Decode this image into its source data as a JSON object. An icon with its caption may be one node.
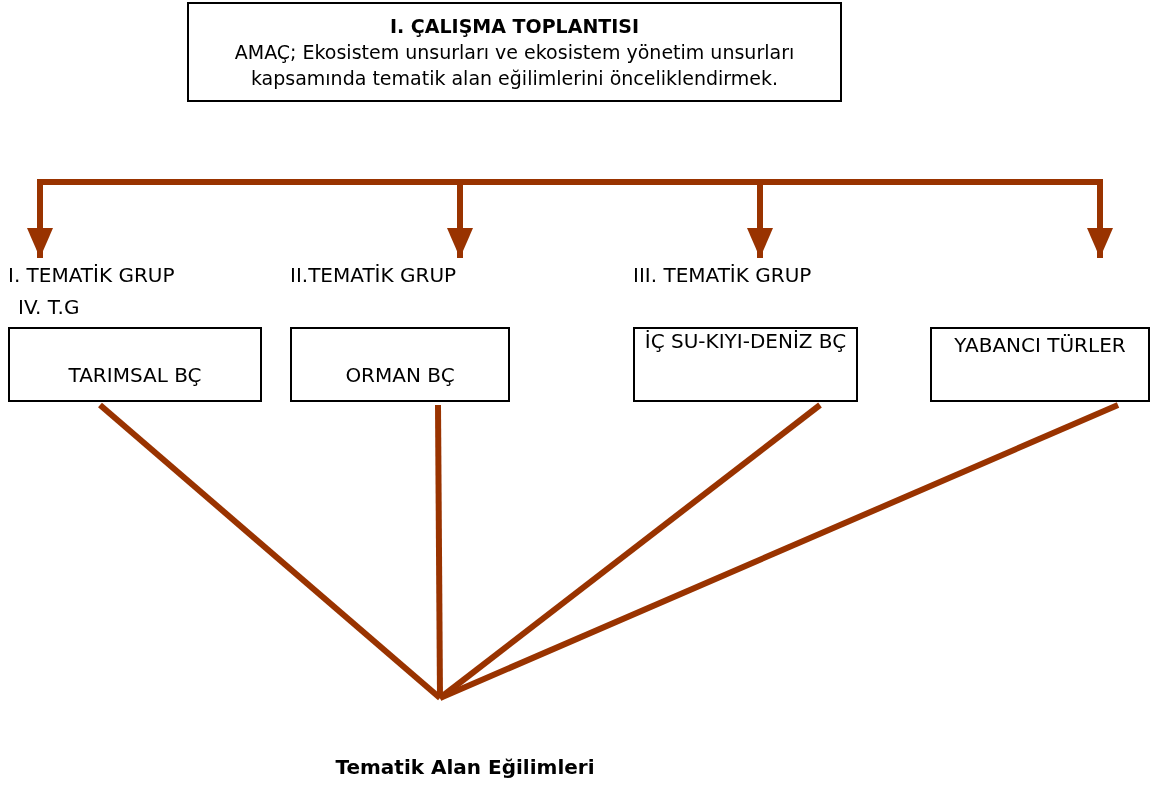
{
  "diagram": {
    "nodes": [
      {
        "text": [
          "I. ÇALIŞMA TOPLANTISI",
          "AMAÇ; Ekosistem unsurları ve ekosistem yönetim unsurları kapsamında tematik alan eğilimlerini önceliklendirmek."
        ]
      },
      {
        "text": [
          "I. TEMATİK GRUP",
          "TARIMSAL BÇ"
        ]
      },
      {
        "text": [
          "II.TEMATİK GRUP",
          "ORMAN BÇ"
        ]
      },
      {
        "text": [
          "III. TEMATİK GRUP",
          "İÇ SU-KIYI-DENİZ BÇ"
        ]
      },
      {
        "text": [
          "YABANCI TÜRLER"
        ]
      },
      {
        "text": [
          "Tematik Alan Eğilimleri"
        ]
      }
    ],
    "edges": [
      {
        "from": null,
        "to": 1,
        "arrow": "to"
      },
      {
        "from": null,
        "to": 2,
        "arrow": "to"
      },
      {
        "from": null,
        "to": 3,
        "arrow": "to"
      },
      {
        "from": null,
        "to": 4,
        "arrow": "to"
      },
      {
        "from": 1,
        "to": 5,
        "arrow": "none"
      },
      {
        "from": 2,
        "to": 5,
        "arrow": "none"
      },
      {
        "from": 3,
        "to": 5,
        "arrow": "none"
      },
      {
        "from": 4,
        "to": 5,
        "arrow": "none"
      }
    ],
    "labels": [
      "IV. T.G"
    ]
  }
}
